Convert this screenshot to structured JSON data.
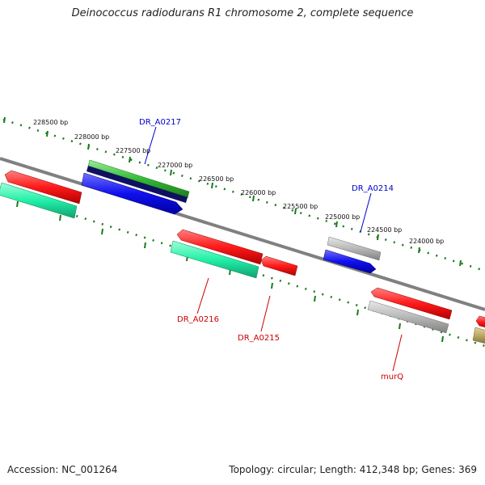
{
  "title": "Deinococcus radiodurans R1 chromosome 2, complete sequence",
  "footer": {
    "accession": "Accession: NC_001264",
    "summary": "Topology: circular; Length: 412,348 bp; Genes: 369"
  },
  "ticks": [
    "228500 bp",
    "228000 bp",
    "227500 bp",
    "227000 bp",
    "226500 bp",
    "226000 bp",
    "225500 bp",
    "225000 bp",
    "224500 bp",
    "224000 bp"
  ],
  "genes": {
    "dr_a0217": "DR_A0217",
    "dr_a0214": "DR_A0214",
    "dr_a0216": "DR_A0216",
    "dr_a0215": "DR_A0215",
    "murq": "murQ"
  },
  "colors": {
    "backbone": "#7a7a7a",
    "tick": "#1a7a1a",
    "red": "#ff1a1a",
    "teal": "#22f0a8",
    "blue": "#1010ee",
    "navy": "#101060",
    "green": "#33bb33",
    "gray": "#b8b8b8",
    "khaki": "#b8a860",
    "label_forward": "#0000cc",
    "label_reverse": "#cc0000"
  }
}
